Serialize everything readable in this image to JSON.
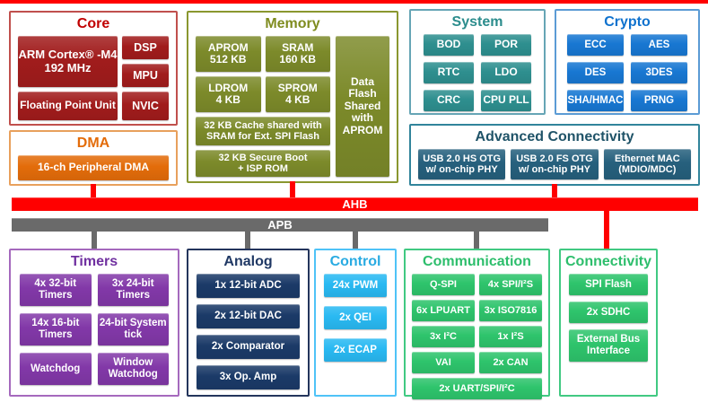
{
  "colors": {
    "core-red": "#A11C1C",
    "dma-orange": "#E36C0A",
    "memory-olive": "#7C8A2A",
    "system-teal": "#2E8F8F",
    "crypto-blue": "#1877D2",
    "advconn-steel": "#26607D",
    "bus-ahb-red": "#FF0000",
    "bus-apb-gray": "#6A6A6A",
    "timers-purple": "#8238A8",
    "analog-navy": "#1B3A68",
    "control-cyan": "#29B9F2",
    "comm-green": "#2EC46C"
  },
  "core": {
    "title": "Core",
    "cpu": "ARM Cortex® -M4\n192 MHz",
    "dsp": "DSP",
    "mpu": "MPU",
    "fpu": "Floating Point Unit",
    "nvic": "NVIC"
  },
  "dma": {
    "title": "DMA",
    "channel": "16-ch Peripheral DMA"
  },
  "memory": {
    "title": "Memory",
    "aprom": "APROM\n512 KB",
    "sram": "SRAM\n160 KB",
    "ldrom": "LDROM\n4 KB",
    "sprom": "SPROM\n4 KB",
    "cache": "32 KB Cache shared with SRAM for Ext. SPI Flash",
    "secure_boot": "32 KB Secure Boot\n+ ISP ROM",
    "data_flash": "Data Flash Shared with APROM"
  },
  "system": {
    "title": "System",
    "cells": [
      "BOD",
      "POR",
      "RTC",
      "LDO",
      "CRC",
      "CPU PLL"
    ]
  },
  "crypto": {
    "title": "Crypto",
    "cells": [
      "ECC",
      "AES",
      "DES",
      "3DES",
      "SHA/HMAC",
      "PRNG"
    ]
  },
  "advanced_connectivity": {
    "title": "Advanced Connectivity",
    "cells": [
      "USB 2.0 HS OTG\nw/ on-chip PHY",
      "USB 2.0 FS OTG\nw/ on-chip PHY",
      "Ethernet MAC\n(MDIO/MDC)"
    ]
  },
  "buses": {
    "ahb": "AHB",
    "apb": "APB"
  },
  "timers": {
    "title": "Timers",
    "cells": [
      "4x 32-bit\nTimers",
      "3x 24-bit\nTimers",
      "14x 16-bit\nTimers",
      "24-bit System\ntick",
      "Watchdog",
      "Window\nWatchdog"
    ]
  },
  "analog": {
    "title": "Analog",
    "cells": [
      "1x 12-bit ADC",
      "2x 12-bit DAC",
      "2x Comparator",
      "3x Op. Amp"
    ]
  },
  "control": {
    "title": "Control",
    "cells": [
      "24x PWM",
      "2x QEI",
      "2x ECAP"
    ]
  },
  "communication": {
    "title": "Communication",
    "cells": [
      "Q-SPI",
      "4x SPI/I²S",
      "6x LPUART",
      "3x ISO7816",
      "3x I²C",
      "1x I²S",
      "VAI",
      "2x CAN"
    ],
    "wide_cell": "2x UART/SPI/I²C"
  },
  "connectivity": {
    "title": "Connectivity",
    "cells": [
      "SPI Flash",
      "2x SDHC",
      "External Bus\nInterface"
    ]
  }
}
